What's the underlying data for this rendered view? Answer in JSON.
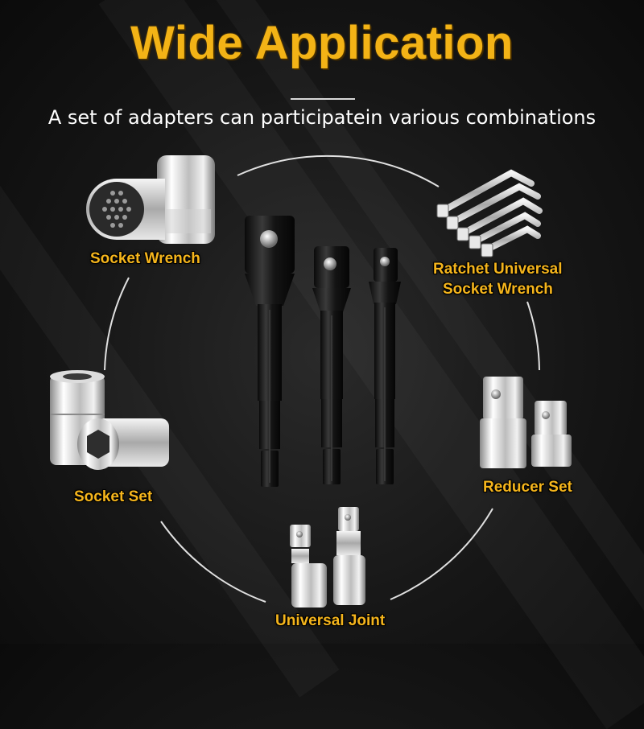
{
  "header": {
    "title": "Wide Application",
    "subtitle": "A set of adapters can participatein various combinations"
  },
  "labels": {
    "socket_wrench": "Socket Wrench",
    "ratchet_line1": "Ratchet Universal",
    "ratchet_line2": "Socket Wrench",
    "socket_set": "Socket Set",
    "reducer_set": "Reducer Set",
    "universal_joint": "Universal Joint"
  },
  "colors": {
    "accent": "#f5b51c",
    "background": "#161616",
    "text": "#ffffff"
  }
}
